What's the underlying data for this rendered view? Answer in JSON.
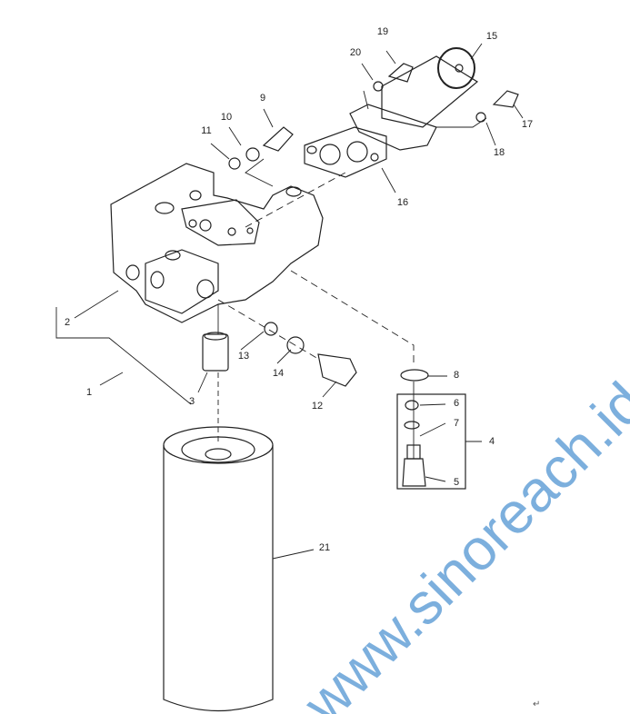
{
  "callouts": {
    "c1": "1",
    "c2": "2",
    "c3": "3",
    "c4": "4",
    "c5": "5",
    "c6": "6",
    "c7": "7",
    "c8": "8",
    "c9": "9",
    "c10": "10",
    "c11": "11",
    "c12": "12",
    "c13": "13",
    "c14": "14",
    "c15": "15",
    "c16": "16",
    "c17": "17",
    "c18": "18",
    "c19": "19",
    "c20": "20",
    "c21": "21"
  },
  "watermark": "www.sinoreach.id",
  "return_mark": "↵",
  "colors": {
    "line": "#222222",
    "watermark": "#5b9bd5"
  }
}
